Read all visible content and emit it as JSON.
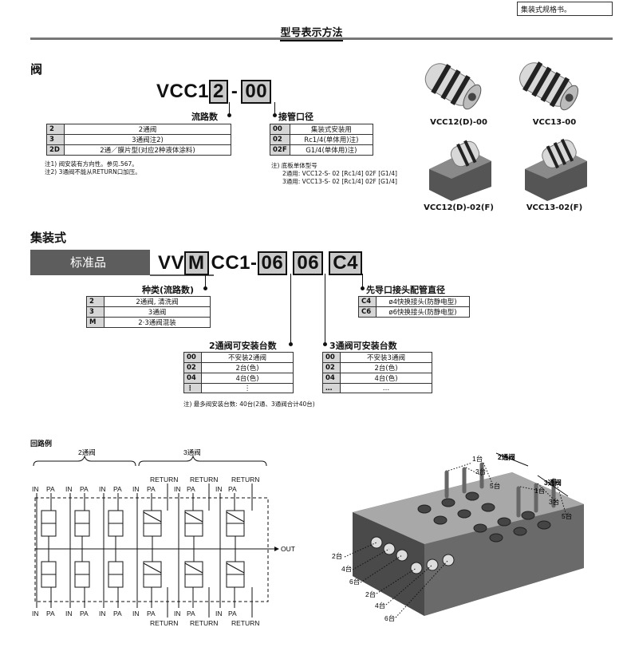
{
  "top_note": "集装式规格书。",
  "header_title": "型号表示方法",
  "valve": {
    "section_title": "阀",
    "model_prefix": "VCC1",
    "model_box1": "2",
    "model_dash": "-",
    "model_box2": "00",
    "ports_label": "流路数",
    "piping_label": "接管口径",
    "ports_rows": [
      {
        "code": "2",
        "desc": "2通阀"
      },
      {
        "code": "3",
        "desc": "3通阀注2)"
      },
      {
        "code": "2D",
        "desc": "2通／膜片型(对应2种液体涂料)"
      }
    ],
    "piping_rows": [
      {
        "code": "00",
        "desc": "集装式安装用"
      },
      {
        "code": "02",
        "desc": "Rc1/4(单体用)注)"
      },
      {
        "code": "02F",
        "desc": "G1/4(单体用)注)"
      }
    ],
    "notes_left": [
      "注1) 阀安装有方向性。参见.567。",
      "注2) 3通阀不能从RETURN口加压。"
    ],
    "notes_right": [
      "注) 底板单体型号",
      "2通用: VCC12-S- 02 [Rc1/4] 02F [G1/4]",
      "3通用: VCC13-S- 02 [Rc1/4] 02F [G1/4]"
    ],
    "products": [
      {
        "name": "VCC12(D)-00"
      },
      {
        "name": "VCC13-00"
      },
      {
        "name": "VCC12(D)-02(F)"
      },
      {
        "name": "VCC13-02(F)"
      }
    ]
  },
  "manifold": {
    "section_title": "集装式",
    "std_tag": "标准品",
    "model_vv": "VV",
    "model_box_m": "M",
    "model_cc": "CC1-",
    "model_box_06a": "06",
    "model_box_06b": "06",
    "model_box_c4": "C4",
    "type_label": "种类(流路数)",
    "type_rows": [
      {
        "code": "2",
        "desc": "2通阀, 清洗阀"
      },
      {
        "code": "3",
        "desc": "3通阀"
      },
      {
        "code": "M",
        "desc": "2·3通阀混装"
      }
    ],
    "pilot_label": "先导口接头配管直径",
    "pilot_rows": [
      {
        "code": "C4",
        "desc": "ø4快换接头(防静电型)"
      },
      {
        "code": "C6",
        "desc": "ø6快换接头(防静电型)"
      }
    ],
    "two_way_label": "2通阀可安装台数",
    "two_way_rows": [
      {
        "code": "00",
        "desc": "不安装2通阀"
      },
      {
        "code": "02",
        "desc": "2台(色)"
      },
      {
        "code": "04",
        "desc": "4台(色)"
      },
      {
        "code": "⋮",
        "desc": "⋮"
      }
    ],
    "three_way_label": "3通阀可安装台数",
    "three_way_rows": [
      {
        "code": "00",
        "desc": "不安装3通阀"
      },
      {
        "code": "02",
        "desc": "2台(色)"
      },
      {
        "code": "04",
        "desc": "4台(色)"
      },
      {
        "code": "…",
        "desc": "…"
      }
    ],
    "note": "注) 最多阀安装台数: 40台(2通、3通阀合计40台)"
  },
  "circuit": {
    "title": "回路例",
    "two_way_label": "2通阀",
    "three_way_label": "3通阀",
    "in": "IN",
    "pa": "PA",
    "return": "RETURN",
    "out": "OUT"
  },
  "manifold_img": {
    "two_way_label": "2通阀",
    "three_way_label": "3通阀",
    "top_counts_2": [
      "1台",
      "3台",
      "5台"
    ],
    "top_counts_3": [
      "1台",
      "3台",
      "5台"
    ],
    "bottom_counts_2": [
      "2台",
      "4台",
      "6台"
    ],
    "bottom_counts_3": [
      "2台",
      "4台",
      "6台"
    ]
  },
  "colors": {
    "box_fill": "#c9c9c9",
    "tag_fill": "#5d5d5d",
    "code_fill": "#d6d6d6"
  }
}
